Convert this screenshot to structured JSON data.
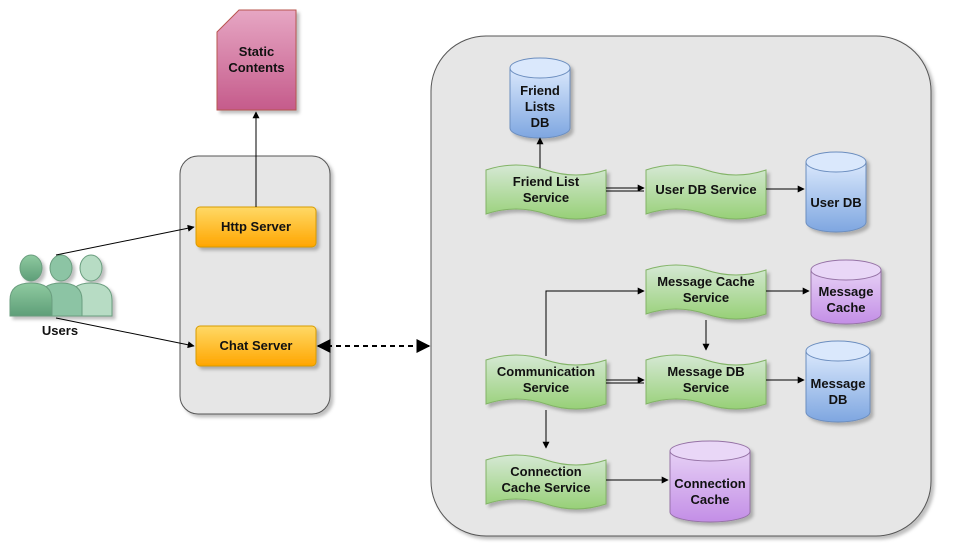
{
  "users": {
    "label": "Users"
  },
  "static_contents": {
    "label": "Static\nContents"
  },
  "http_server": {
    "label": "Http Server"
  },
  "chat_server": {
    "label": "Chat Server"
  },
  "friend_lists_db": {
    "label": "Friend\nLists\nDB"
  },
  "friend_list_service": {
    "label": "Friend List\nService"
  },
  "user_db_service": {
    "label": "User DB Service"
  },
  "user_db": {
    "label": "User DB"
  },
  "message_cache_service": {
    "label": "Message Cache\nService"
  },
  "message_cache": {
    "label": "Message\nCache"
  },
  "communication_service": {
    "label": "Communication\nService"
  },
  "message_db_service": {
    "label": "Message DB\nService"
  },
  "message_db": {
    "label": "Message\nDB"
  },
  "connection_cache_service": {
    "label": "Connection\nCache Service"
  },
  "connection_cache": {
    "label": "Connection\nCache"
  },
  "colors": {
    "container_fill": "#e6e6e6",
    "container_stroke": "#555555",
    "orange": "#ffcd28",
    "orange_stroke": "#d79b00",
    "green": "#a9d98f",
    "green_stroke": "#82b366",
    "blue_db": "#8fb7e8",
    "blue_stroke": "#6c8ebf",
    "purple_db": "#d6a8f0",
    "purple_stroke": "#9673a6",
    "pink": "#d680a8",
    "pink_stroke": "#b85450",
    "user_green": "#6fae86"
  }
}
